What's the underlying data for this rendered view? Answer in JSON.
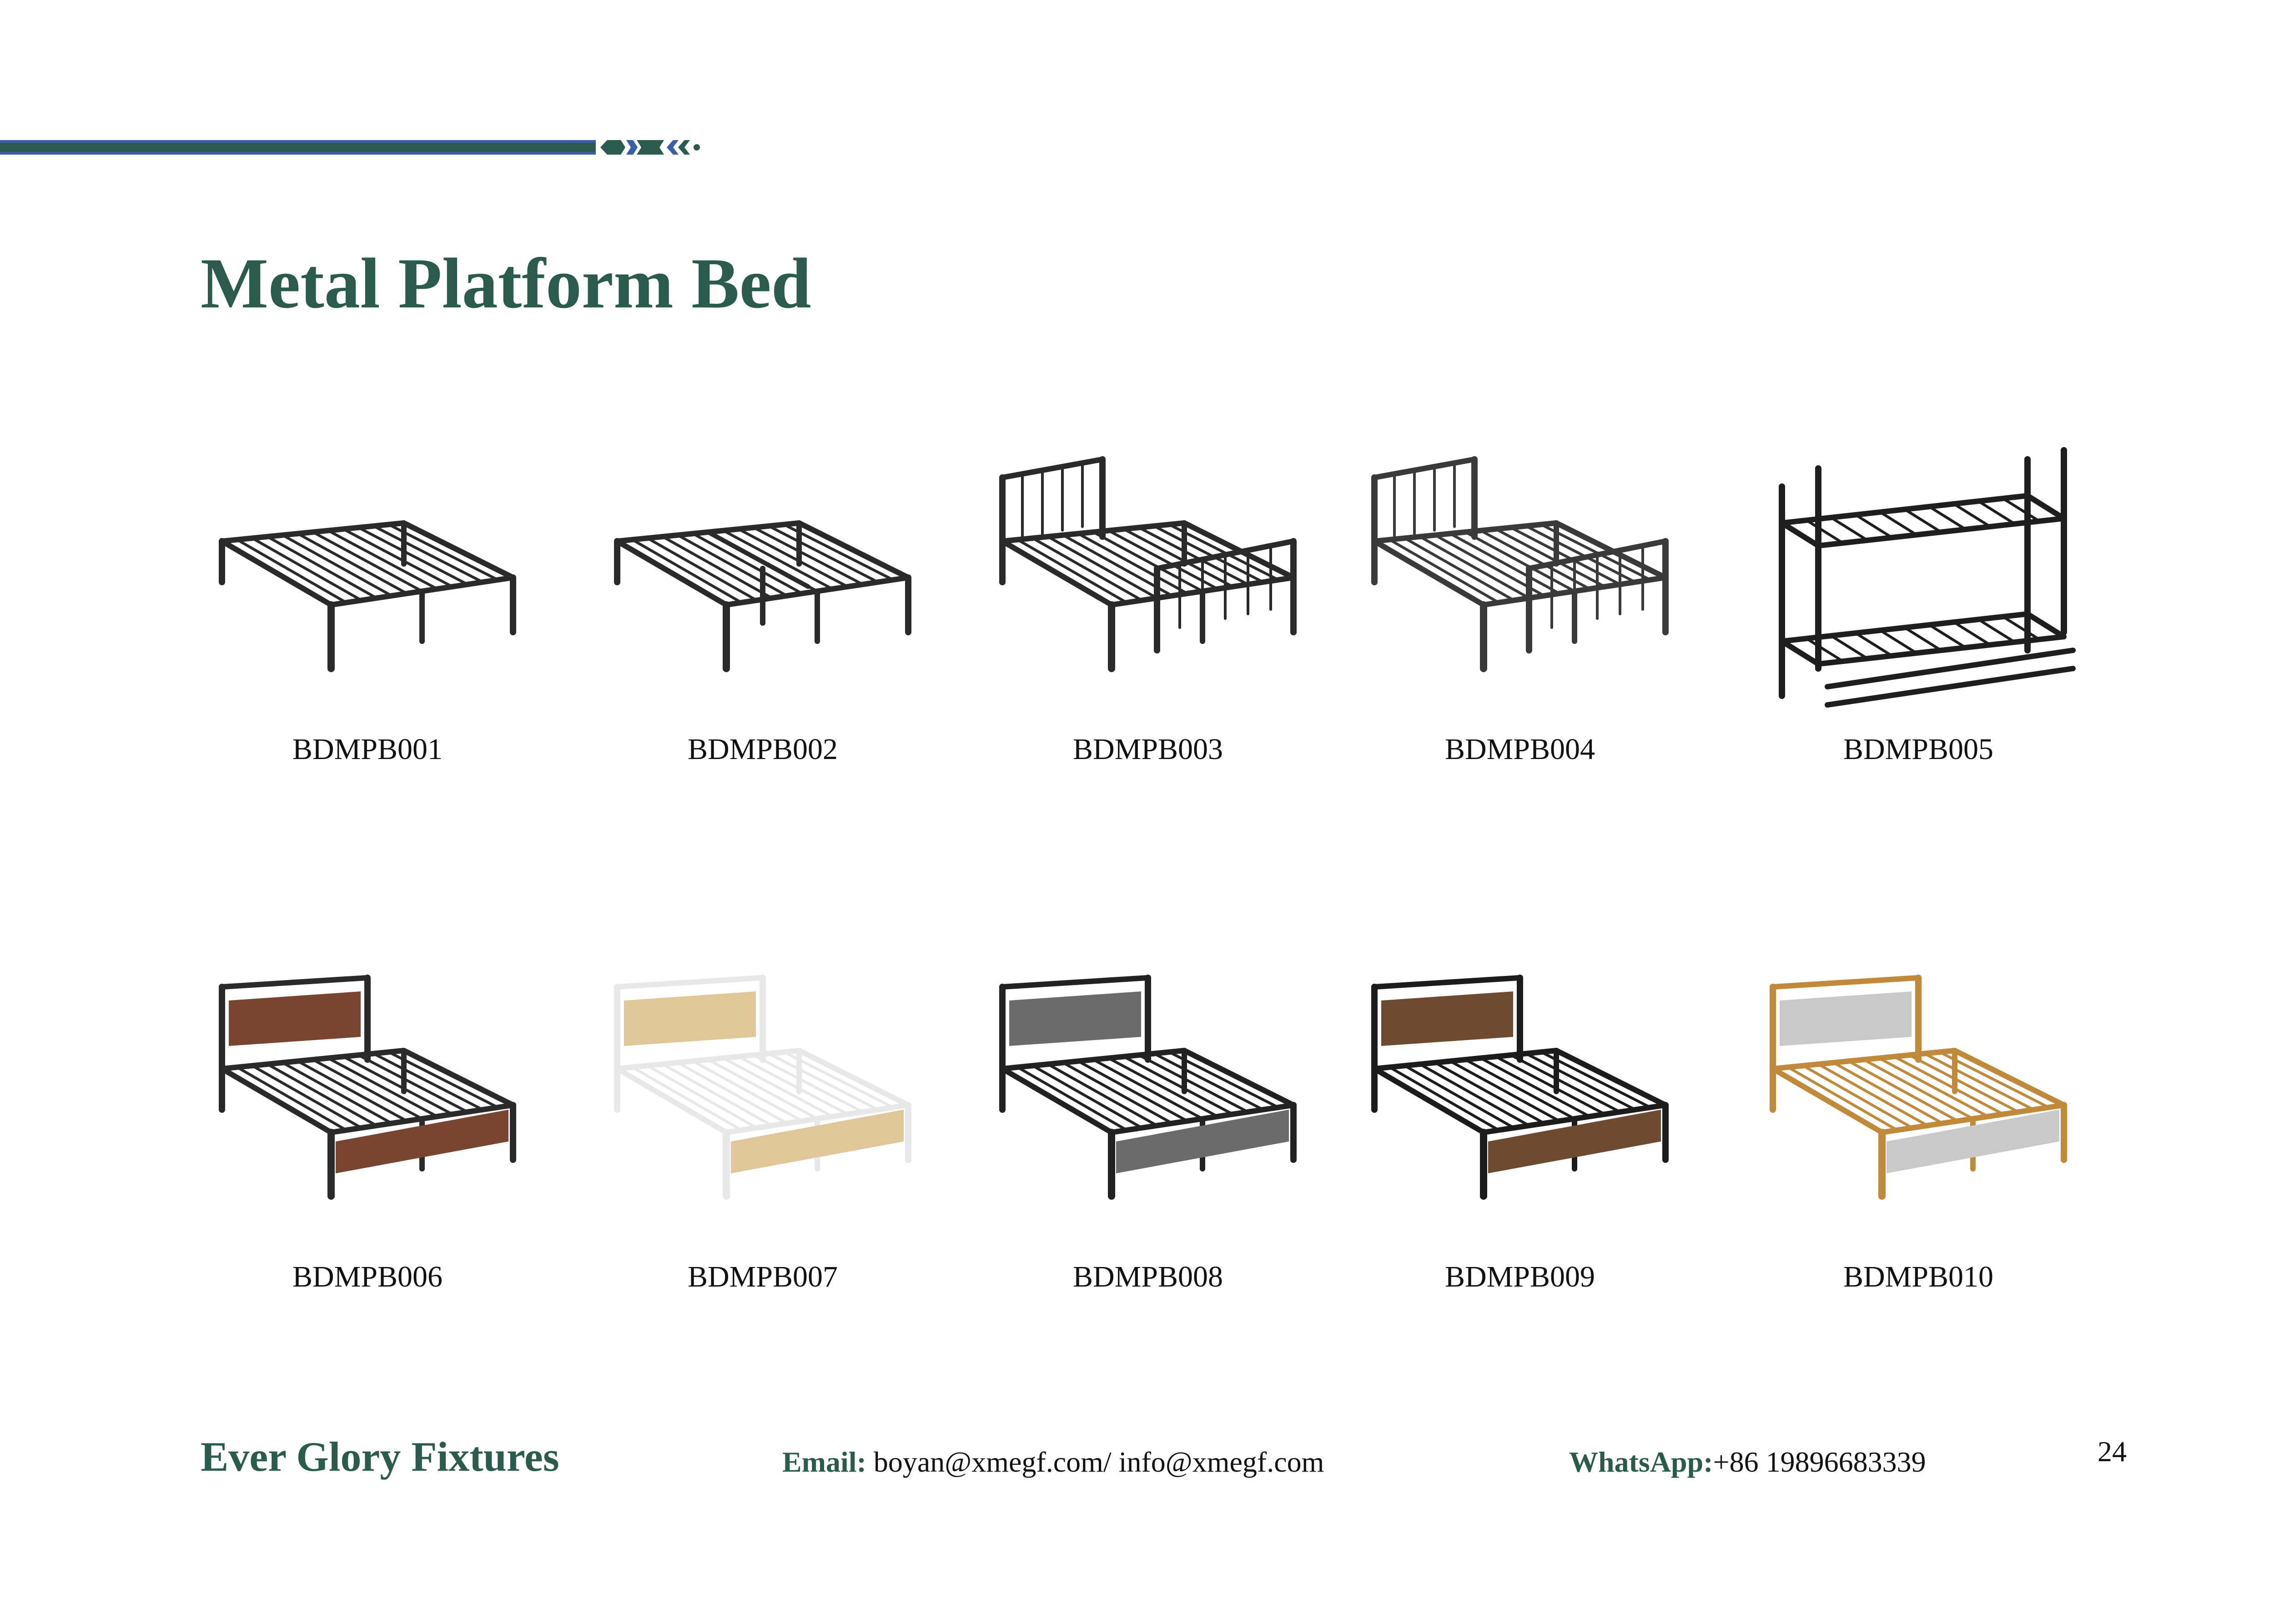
{
  "title": "Metal Platform Bed",
  "products": [
    {
      "code": "BDMPB001",
      "style": "platform",
      "frame": "#2a2a2a",
      "panel": null
    },
    {
      "code": "BDMPB002",
      "style": "folding",
      "frame": "#2a2a2a",
      "panel": null
    },
    {
      "code": "BDMPB003",
      "style": "arched",
      "frame": "#2a2a2a",
      "panel": null
    },
    {
      "code": "BDMPB004",
      "style": "spindle",
      "frame": "#3a3a3a",
      "panel": null
    },
    {
      "code": "BDMPB005",
      "style": "bunk",
      "frame": "#1e1e1e",
      "panel": null
    },
    {
      "code": "BDMPB006",
      "style": "panel",
      "frame": "#2a2a2a",
      "panel": "#7a4530"
    },
    {
      "code": "BDMPB007",
      "style": "panel",
      "frame": "#e8e8e8",
      "panel": "#e0c79a"
    },
    {
      "code": "BDMPB008",
      "style": "panel",
      "frame": "#222222",
      "panel": "#6b6b6b"
    },
    {
      "code": "BDMPB009",
      "style": "panel",
      "frame": "#1c1c1c",
      "panel": "#6e4a30"
    },
    {
      "code": "BDMPB010",
      "style": "panel",
      "frame": "#c08a3a",
      "panel": "#c9c9c9"
    }
  ],
  "footer": {
    "brand": "Ever Glory Fixtures",
    "email_label": "Email:",
    "email_value": " boyan@xmegf.com/ info@xmegf.com",
    "whatsapp_label": "WhatsApp:",
    "whatsapp_value": "+86 19896683339",
    "page_number": "24"
  },
  "colors": {
    "brand_green": "#2b5b4c",
    "bar_blue": "#3b5ea8"
  }
}
